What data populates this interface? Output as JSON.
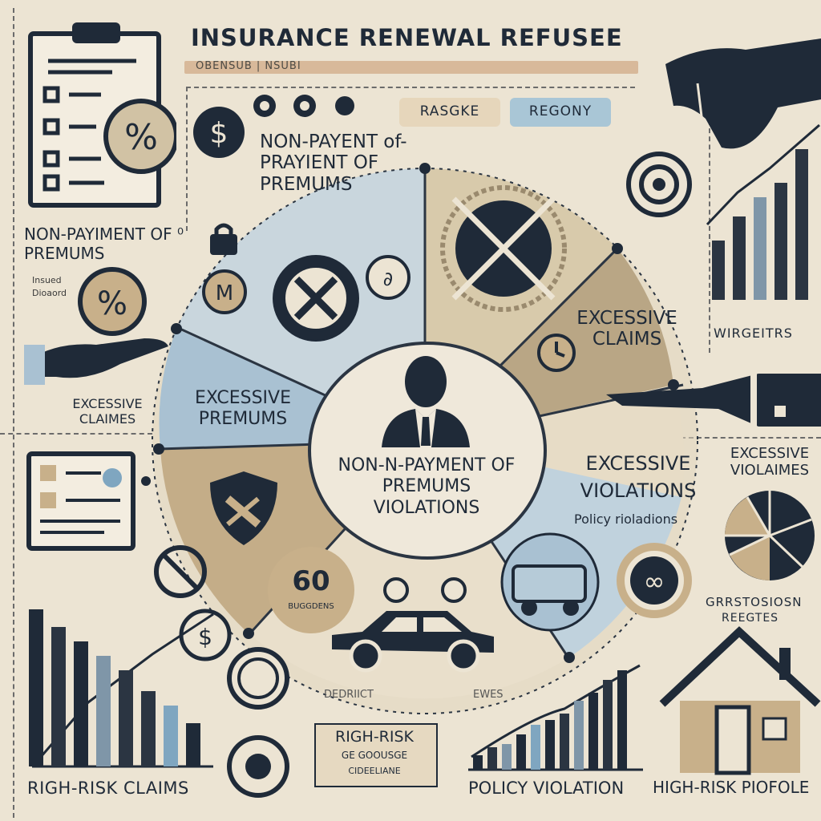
{
  "header": {
    "title": "INSURANCE RENEWAL REFUSEE",
    "subtitle": "OBENSUB | NSUBI"
  },
  "pills": {
    "left": "RASGKE",
    "right": "REGONY"
  },
  "labels": {
    "nonpay_top": "NON-PAYENT of-PRAYIENT OF PREMUMS",
    "nonpay_left": "NON-PAYIMENT OF ⁰ PREMUMS",
    "excessive_claims_left": "EXCESSIVE CLAIMES",
    "excessive_premums": "EXCESSIVE PREMUMS",
    "excessive_claims_right": "EXCESSIVE CLAIMS",
    "excessive_violations": "EXCESSIVE VIOLATIONS",
    "policy_violations_small": "Policy rioladions",
    "excessive_violaimes_right": "EXCESSIVE VIOLAIMES",
    "center_text": "NON-N-PAYMENT OF PREMUMS VIOLATIONS",
    "sixty": "60",
    "sixty_sub": "BUGGDENS",
    "righ_risk_box": "RIGH-RISK",
    "righ_risk_sub": "GE GOOUSGE",
    "righ_risk_sub2": "CIDEELIANE",
    "bottom_left": "RIGH-RISK CLAIMS",
    "bottom_mid": "POLICY VIOLATION",
    "bottom_right": "HIGH-RISK PIOFOLE",
    "right_chart_caption": "WIRGEITRS",
    "right_chart_caption2": "GRRSTOSIOSN",
    "right_chart_caption3": "REEGTES",
    "bottom_mid_caption": "DEDRIICT",
    "bottom_mid_caption2": "EWES",
    "small_left_tag": "Insued",
    "small_left_tag2": "Dioaord"
  },
  "colors": {
    "navy": "#1f2a38",
    "tan": "#c8b08a",
    "blue": "#a8c2d3",
    "bg": "#ece4d3"
  }
}
